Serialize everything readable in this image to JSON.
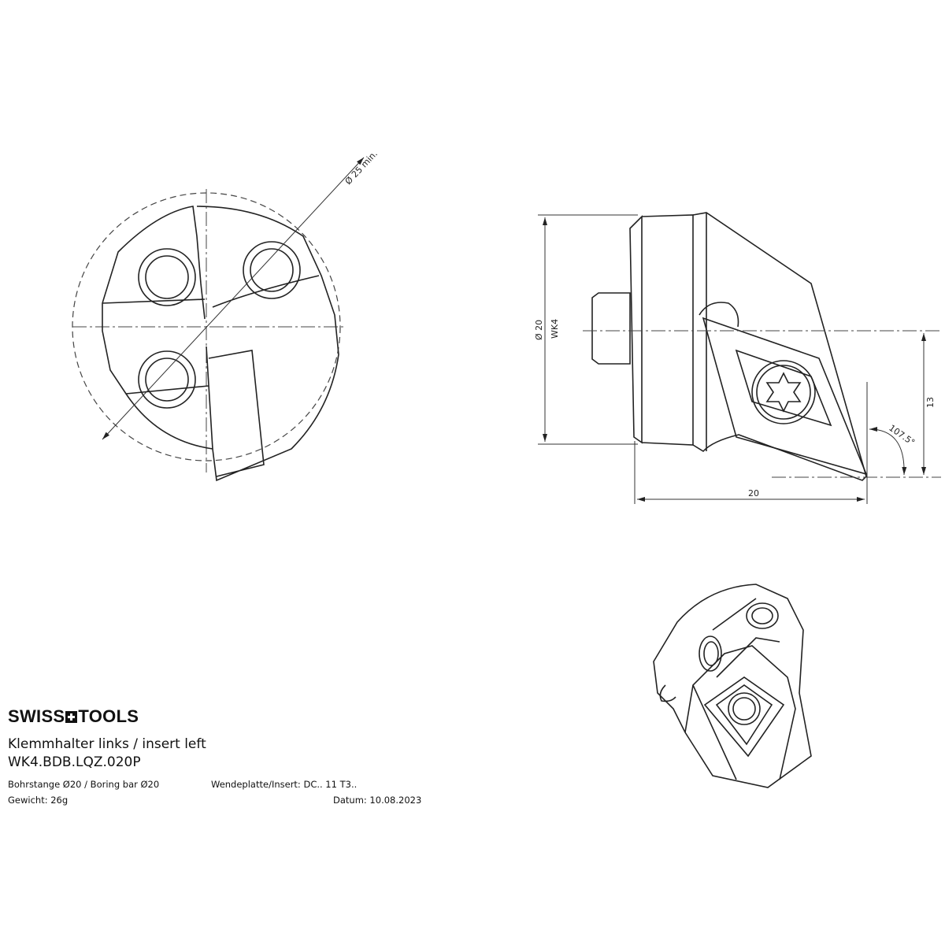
{
  "brand": {
    "name_left": "SWISS",
    "name_right": "TOOLS"
  },
  "title": "Klemmhalter links / insert left",
  "part_number": "WK4.BDB.LQZ.020P",
  "specs": {
    "bar": "Bohrstange Ø20 / Boring bar Ø20",
    "insert": "Wendeplatte/Insert: DC.. 11 T3..",
    "weight": "Gewicht: 26g",
    "date": "Datum: 10.08.2023"
  },
  "dimensions": {
    "front_diameter": "Ø 25 min.",
    "side_diameter": "Ø 20",
    "side_code": "WK4",
    "height": "13",
    "length": "20",
    "angle": "107.5°"
  }
}
